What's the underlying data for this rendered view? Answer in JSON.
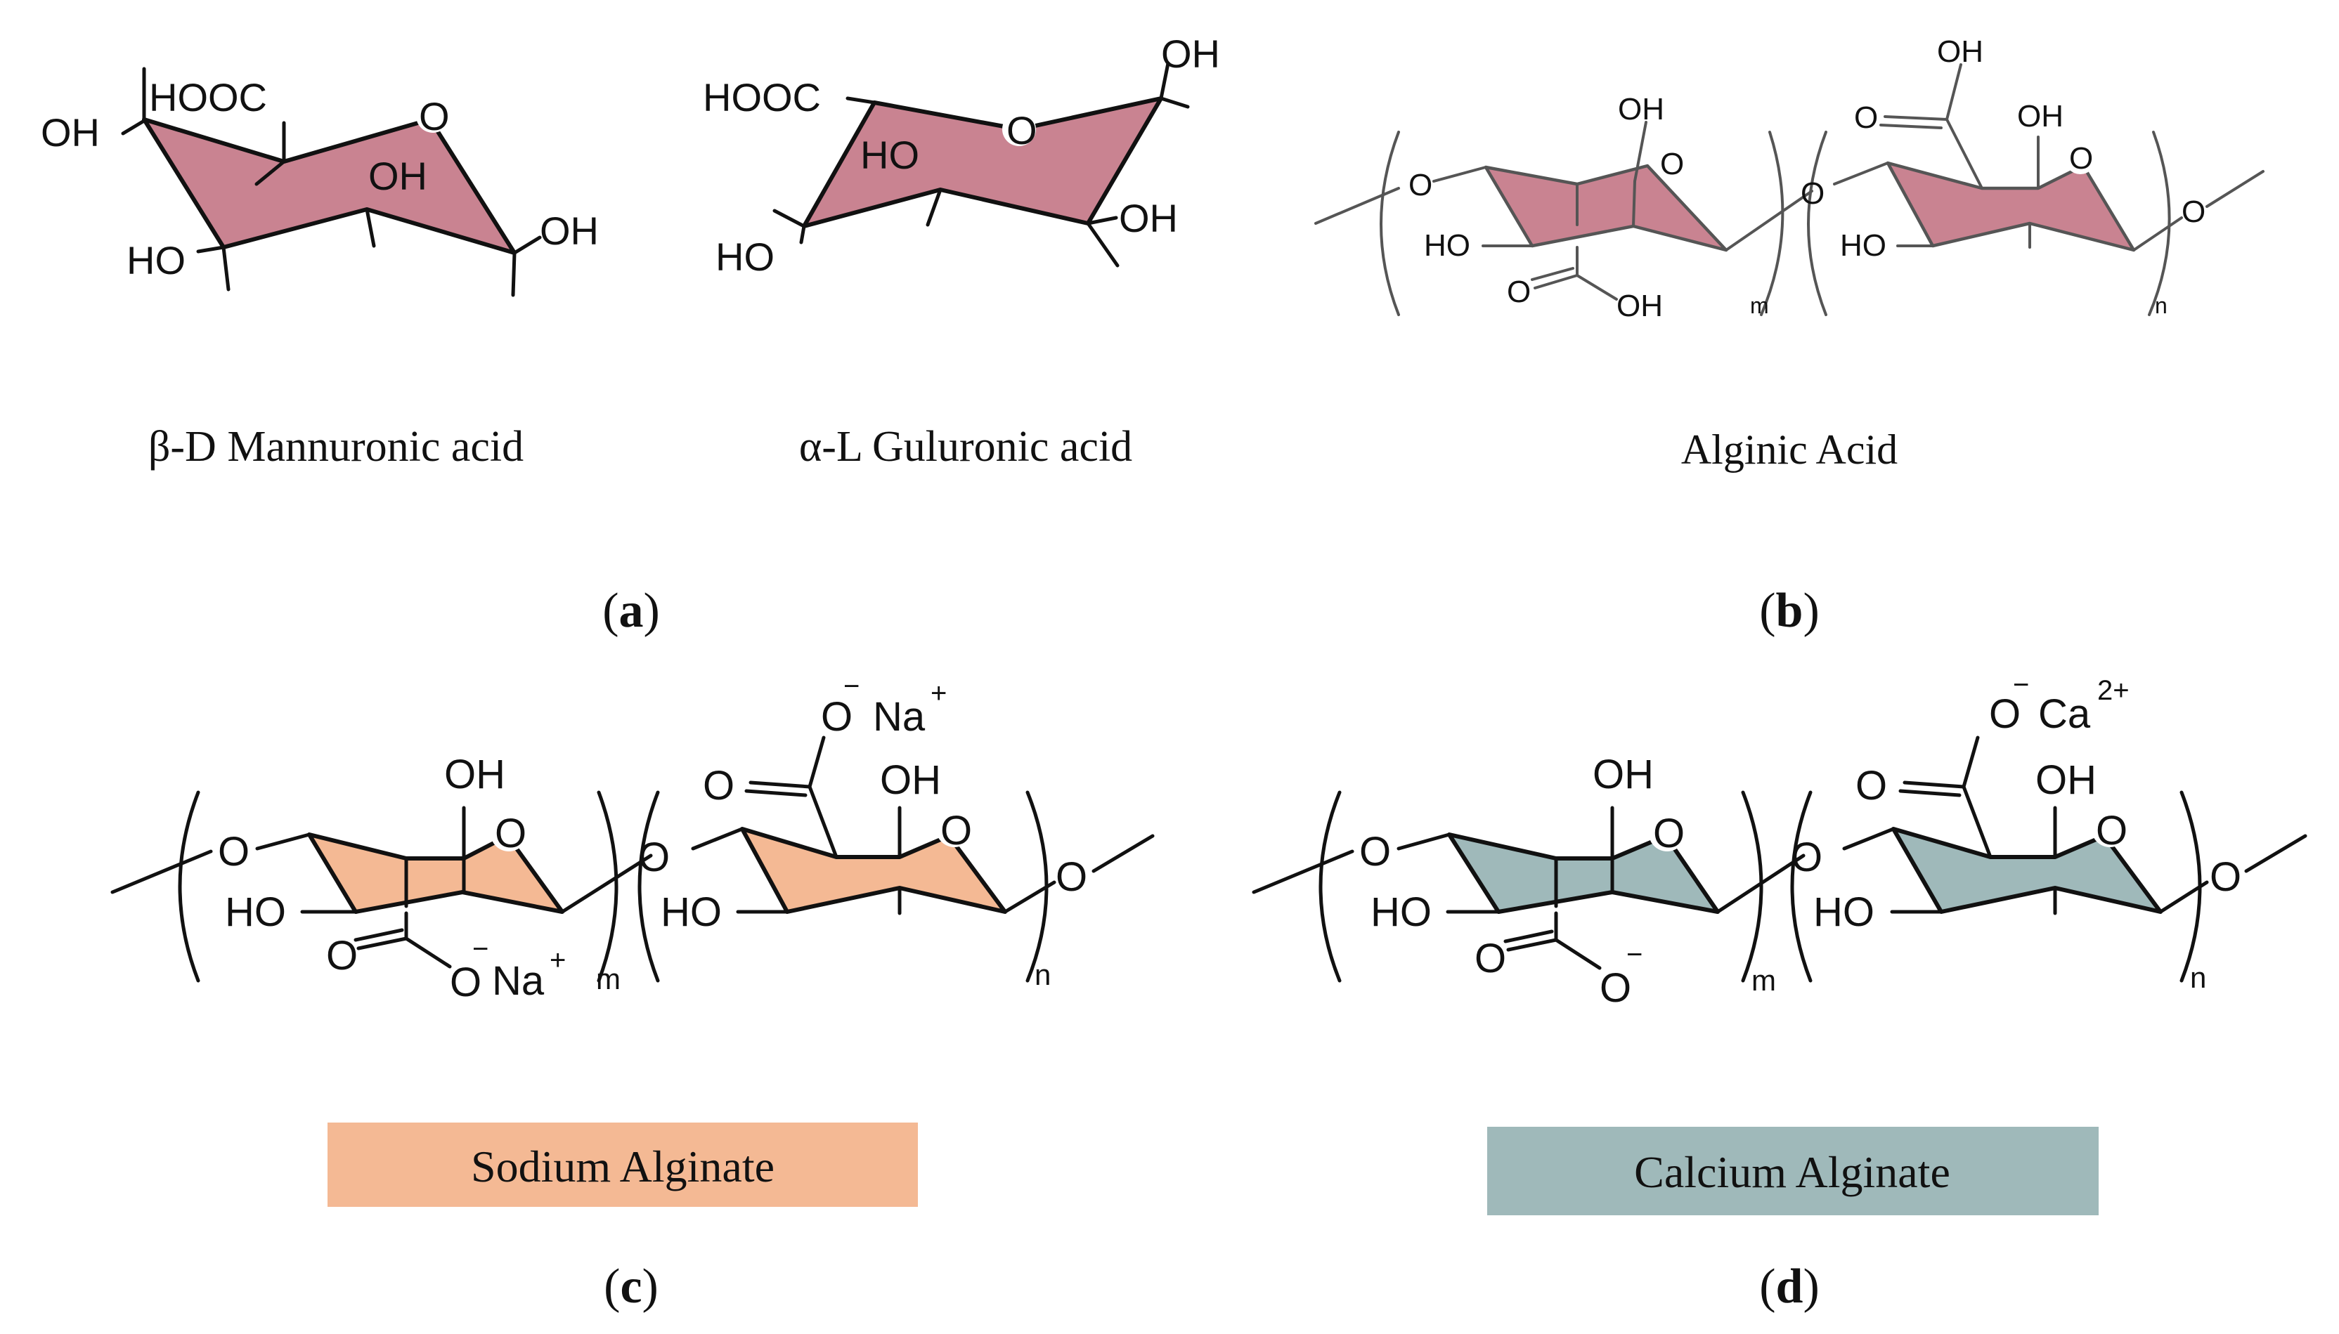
{
  "colors": {
    "acid_fill": "#c98391",
    "sodium_fill": "#f4b994",
    "calcium_fill": "#9fb9ba",
    "sodium_box": "#f4b994",
    "calcium_box": "#9fb9ba"
  },
  "panels": {
    "a": {
      "label_open": "(",
      "label_letter": "a",
      "label_close": ")",
      "mannuronic": {
        "name": "β-D Mannuronic acid",
        "hooc": "HOOC",
        "o": "O",
        "oh_left": "OH",
        "oh_mid": "OH",
        "oh_right": "OH",
        "ho": "HO"
      },
      "guluronic": {
        "name": "α-L Guluronic acid",
        "hooc": "HOOC",
        "o": "O",
        "oh_top": "OH",
        "ho_mid": "HO",
        "oh_right": "OH",
        "ho_left": "HO"
      }
    },
    "b": {
      "label_open": "(",
      "label_letter": "b",
      "label_close": ")",
      "name": "Alginic Acid",
      "o_left": "O",
      "oh_top1": "OH",
      "ring_o1": "O",
      "ho1": "HO",
      "carb_o1": "O",
      "carb_oh1": "OH",
      "sub_m": "m",
      "o_link": "O",
      "carb_oh2": "OH",
      "carb_o2": "O",
      "oh_top2": "OH",
      "ring_o2": "O",
      "ho2": "HO",
      "o_right": "O",
      "sub_n": "n"
    },
    "c": {
      "label_open": "(",
      "label_letter": "c",
      "label_close": ")",
      "name": "Sodium Alginate",
      "o_left": "O",
      "oh_top1": "OH",
      "ring_o1": "O",
      "ho1": "HO",
      "carb_o1": "O",
      "carb_ominus1": "O",
      "minus": "−",
      "na1": "Na",
      "plus": "+",
      "sub_m": "m",
      "o_link": "O",
      "carb_ominus2": "O",
      "na2": "Na",
      "carb_o2": "O",
      "oh_top2": "OH",
      "ring_o2": "O",
      "ho2": "HO",
      "o_right": "O",
      "sub_n": "n"
    },
    "d": {
      "label_open": "(",
      "label_letter": "d",
      "label_close": ")",
      "name": "Calcium Alginate",
      "o_left": "O",
      "oh_top1": "OH",
      "ring_o1": "O",
      "ho1": "HO",
      "carb_o1": "O",
      "carb_ominus1": "O",
      "minus": "−",
      "sub_m": "m",
      "o_link": "O",
      "carb_ominus2": "O",
      "ca": "Ca",
      "ca_charge": "2+",
      "carb_o2": "O",
      "oh_top2": "OH",
      "ring_o2": "O",
      "ho2": "HO",
      "o_right": "O",
      "sub_n": "n"
    }
  }
}
